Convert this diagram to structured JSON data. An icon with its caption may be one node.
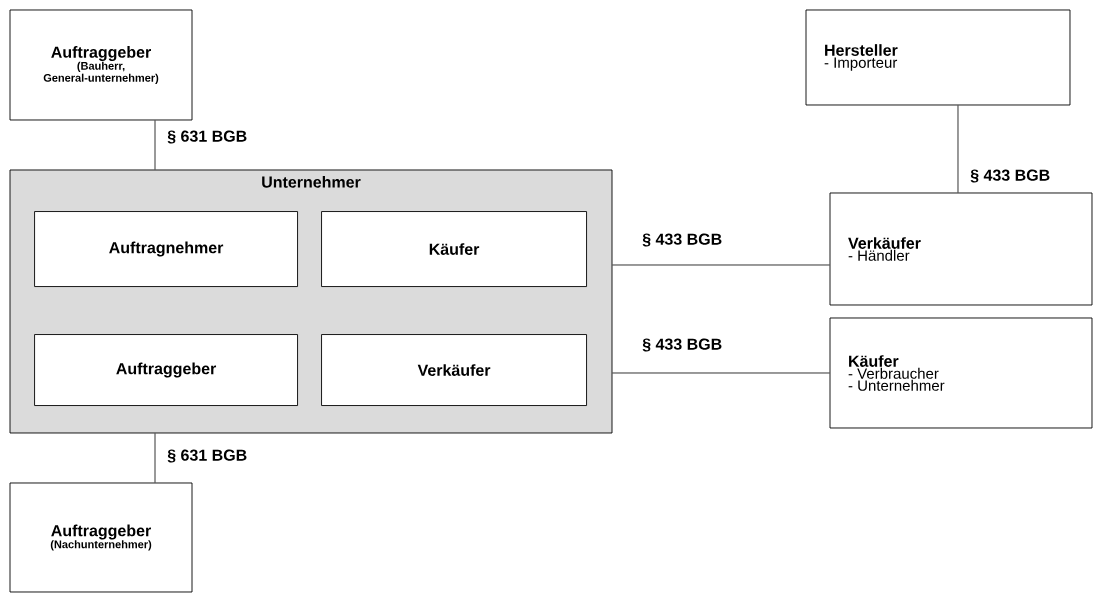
{
  "diagram": {
    "nodes": [
      {
        "text": [
          "Auftraggeber",
          "(Bauherr, General-unternehmer)"
        ]
      },
      {
        "text": [
          "Hersteller",
          "- Importeur"
        ]
      },
      {
        "text": [
          "Unternehmer"
        ]
      },
      {
        "text": [
          "Auftragnehmer"
        ],
        "in": 2
      },
      {
        "text": [
          "Käufer"
        ],
        "in": 2
      },
      {
        "text": [
          "Auftraggeber"
        ],
        "in": 2
      },
      {
        "text": [
          "Verkäufer"
        ],
        "in": 2
      },
      {
        "text": [
          "Verkäufer",
          "- Händler"
        ]
      },
      {
        "text": [
          "Käufer",
          "- Verbraucher",
          "- Unternehmer"
        ]
      },
      {
        "text": [
          "Auftraggeber",
          "(Nachunternehmer)"
        ]
      }
    ],
    "edges": [
      {
        "from": 0,
        "to": 2,
        "arrow": "none",
        "label": "§ 631 BGB"
      },
      {
        "from": 1,
        "to": 7,
        "arrow": "none",
        "label": "§ 433 BGB"
      },
      {
        "from": 2,
        "to": 7,
        "arrow": "none",
        "label": "§ 433 BGB"
      },
      {
        "from": 2,
        "to": 8,
        "arrow": "none",
        "label": "§ 433 BGB"
      },
      {
        "from": 2,
        "to": 9,
        "arrow": "none",
        "label": "§ 631 BGB"
      }
    ]
  }
}
